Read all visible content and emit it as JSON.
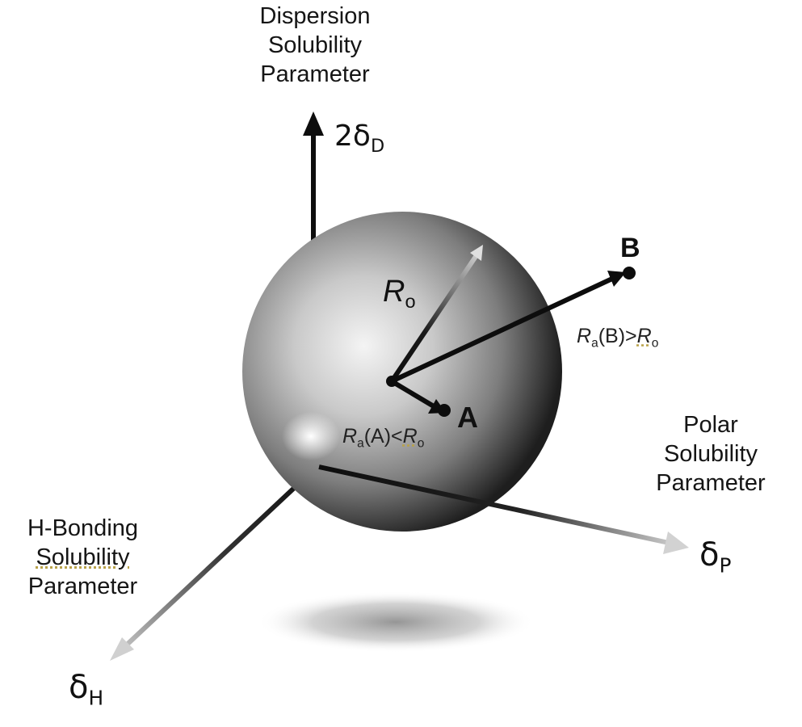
{
  "axes": {
    "dispersion": {
      "label_lines": [
        "Dispersion",
        "Solubility",
        "Parameter"
      ],
      "symbol_main": "2δ",
      "symbol_sub": "D"
    },
    "polar": {
      "label_lines": [
        "Polar",
        "Solubility",
        "Parameter"
      ],
      "symbol_main": "δ",
      "symbol_sub": "P"
    },
    "hbonding": {
      "label_lines": [
        "H-Bonding",
        "Solubility",
        "Parameter"
      ],
      "symbol_main": "δ",
      "symbol_sub": "H"
    }
  },
  "sphere": {
    "radius_label_main": "R",
    "radius_label_sub": "o"
  },
  "points": {
    "A": {
      "label": "A",
      "relation": {
        "r_main": "R",
        "r_sub": "a",
        "arg": "(A)<",
        "ro_main": "R",
        "ro_sub": "o"
      }
    },
    "B": {
      "label": "B",
      "relation": {
        "r_main": "R",
        "r_sub": "a",
        "arg": "(B)>",
        "ro_main": "R",
        "ro_sub": "o"
      }
    }
  },
  "colors": {
    "axis": "#0d0d0d",
    "axis_fade": "#cfcfcf",
    "sphere_light": "#f2f2f2",
    "sphere_dark": "#2a2a2a"
  }
}
